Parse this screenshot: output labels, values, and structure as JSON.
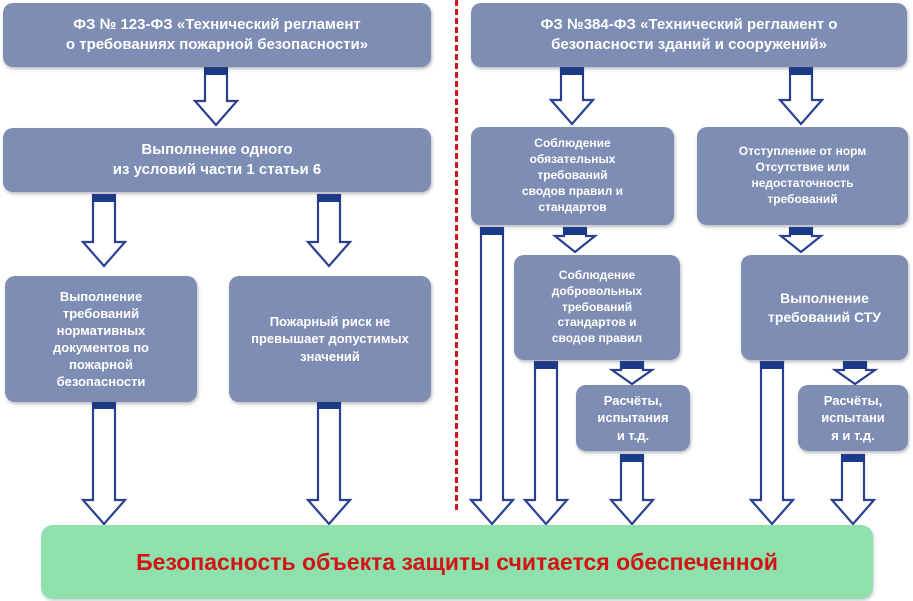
{
  "colors": {
    "box_fill": "#7d8db4",
    "box_text": "#ffffff",
    "arrow_cap": "#1a3a8a",
    "divider": "#d01818",
    "result_fill": "#8ee0ad",
    "result_text": "#d41414"
  },
  "law123": {
    "title": "ФЗ № 123-ФЗ «Технический регламент\nо требованиях пожарной безопасности»",
    "condition": "Выполнение одного\nиз условий части 1 статьи 6",
    "requirements": "Выполнение\nтребований\nнормативных\nдокументов по\nпожарной\nбезопасности",
    "fire_risk": "Пожарный риск не\nпревышает допустимых\nзначений"
  },
  "law384": {
    "title": "ФЗ №384-ФЗ «Технический регламент о\nбезопасности зданий и сооружений»",
    "mandatory": "Соблюдение\nобязательных\nтребований\nсводов правил и\nстандартов",
    "deviation": "Отступление от норм\nОтсутствие или\nнедостаточность\nтребований",
    "voluntary": "Соблюдение\nдобровольных\nтребований\nстандартов и\nсводов правил",
    "stu": "Выполнение\nтребований СТУ",
    "calc1": "Расчёты,\nиспытания\nи т.д.",
    "calc2": "Расчёты,\nиспытани\nя и т.д."
  },
  "result": "Безопасность объекта защиты считается обеспеченной"
}
